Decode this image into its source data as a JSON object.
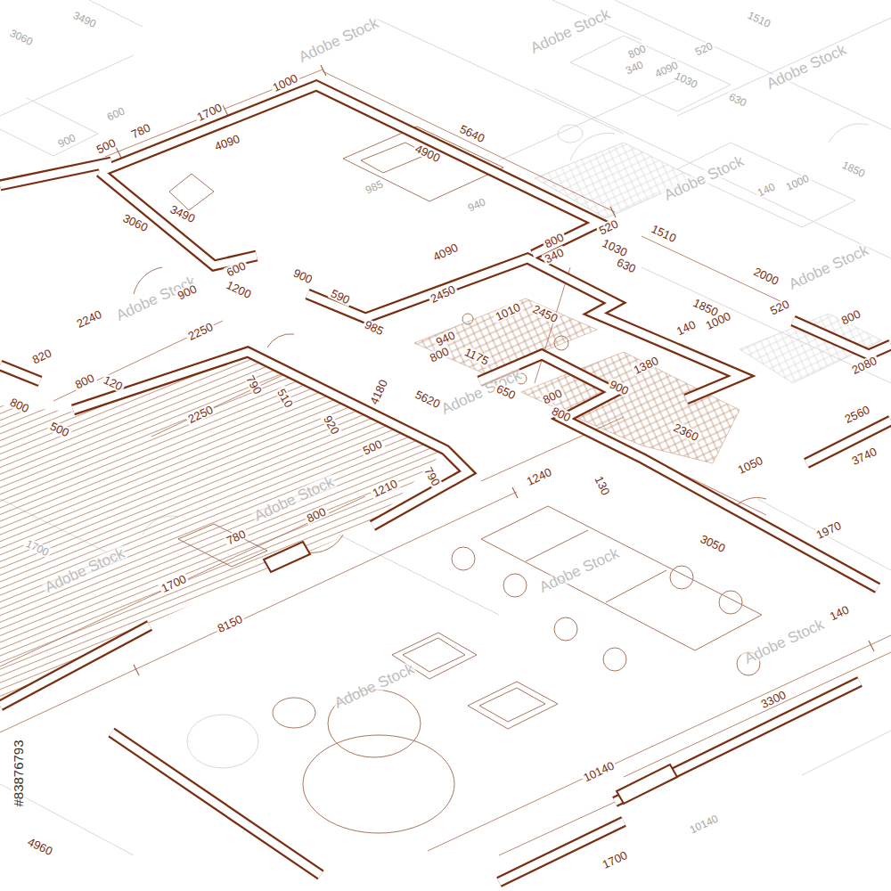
{
  "diagram": {
    "labels": [
      "1000",
      "1700",
      "780",
      "500",
      "4090",
      "4900",
      "5640",
      "3490",
      "3060",
      "600",
      "1200",
      "900",
      "900",
      "590",
      "4090",
      "2450",
      "1010",
      "2450",
      "985",
      "940",
      "800",
      "1175",
      "5620",
      "800",
      "340",
      "520",
      "1030",
      "1510",
      "630",
      "1850",
      "520",
      "2000",
      "140",
      "1000",
      "800",
      "2080",
      "2560",
      "3740",
      "1380",
      "900",
      "800",
      "800",
      "650",
      "2360",
      "1050",
      "1240",
      "130",
      "3050",
      "1970",
      "140",
      "4180",
      "2250",
      "2240",
      "820",
      "800",
      "120",
      "2250",
      "790",
      "510",
      "920",
      "500",
      "1210",
      "790",
      "800",
      "780",
      "1700",
      "8150",
      "10140",
      "3300",
      "1700",
      "4960",
      "500",
      "800",
      "3490",
      "3060",
      "600",
      "900",
      "4090",
      "800",
      "340",
      "1030",
      "630",
      "520",
      "1510",
      "1850",
      "140",
      "1000",
      "940",
      "985",
      "10140",
      "1700",
      "Adobe Stock",
      "Adobe Stock",
      "Adobe Stock",
      "Adobe Stock",
      "Adobe Stock",
      "Adobe Stock",
      "Adobe Stock",
      "Adobe Stock",
      "Adobe Stock",
      "Adobe Stock",
      "Adobe Stock",
      "Adobe Stock",
      "#83876793"
    ]
  }
}
